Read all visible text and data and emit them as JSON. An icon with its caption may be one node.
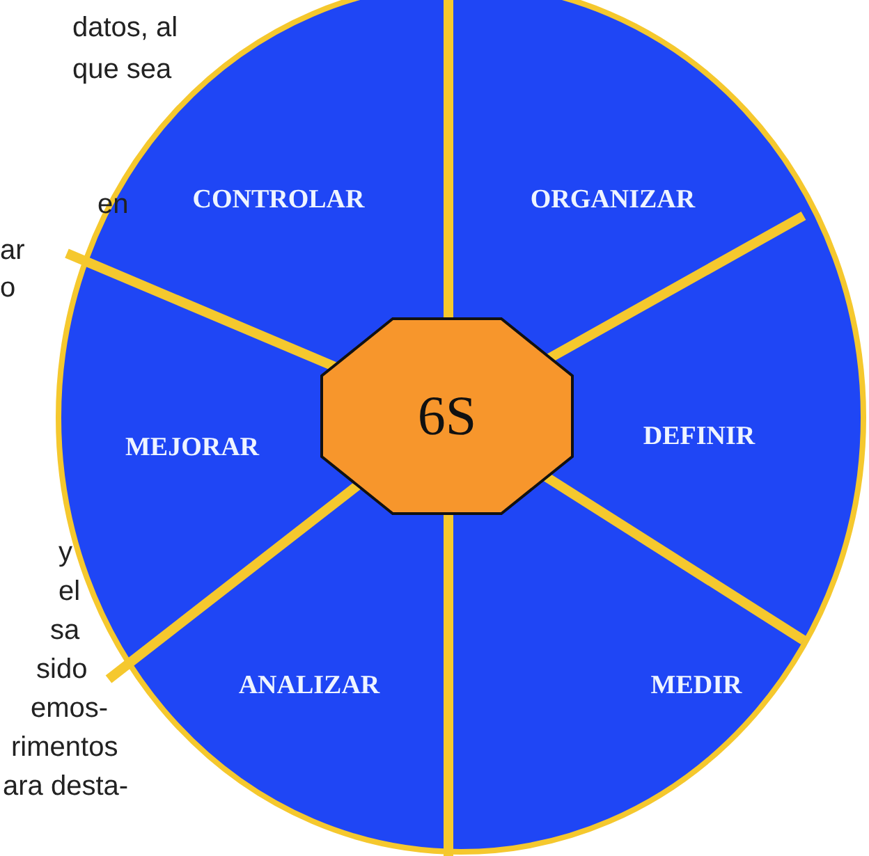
{
  "diagram": {
    "nodes": [
      {
        "text": [
          "CONTROLAR"
        ]
      },
      {
        "text": [
          "ORGANIZAR"
        ]
      },
      {
        "text": [
          "MEJORAR"
        ]
      },
      {
        "text": [
          "6S"
        ]
      },
      {
        "text": [
          "DEFINIR"
        ]
      },
      {
        "text": [
          "ANALIZAR"
        ]
      },
      {
        "text": [
          "MEDIR"
        ]
      }
    ],
    "labels": [
      "datos, al",
      "que sea",
      "en",
      "ar",
      "o",
      "y",
      "el",
      "sa",
      "sido",
      "emos-",
      "rimentos",
      "ara desta-"
    ]
  }
}
